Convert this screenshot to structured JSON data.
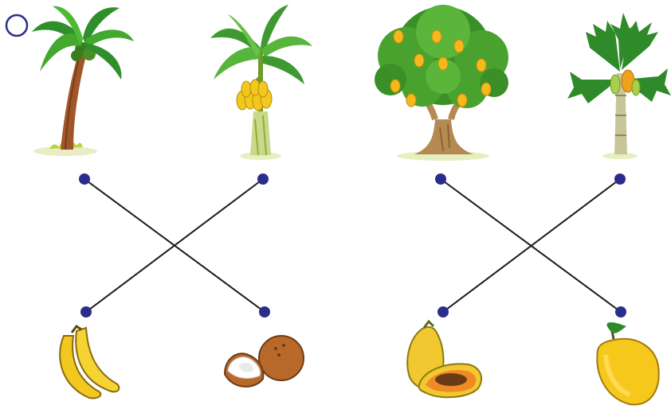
{
  "worksheet": {
    "type": "matching-exercise",
    "marker_icon": "circle-outline-icon",
    "line_color": "#1a1a1a",
    "dot_color": "#2b2d8c",
    "trees": [
      {
        "name": "coconut-tree",
        "icon": "coconut-tree-icon"
      },
      {
        "name": "banana-tree",
        "icon": "banana-tree-icon"
      },
      {
        "name": "mango-tree",
        "icon": "mango-tree-icon"
      },
      {
        "name": "papaya-tree",
        "icon": "papaya-tree-icon"
      }
    ],
    "fruits": [
      {
        "name": "bananas",
        "icon": "bananas-icon"
      },
      {
        "name": "coconuts",
        "icon": "coconuts-icon"
      },
      {
        "name": "papaya",
        "icon": "papaya-icon"
      },
      {
        "name": "mango",
        "icon": "mango-icon"
      }
    ],
    "matches": [
      {
        "tree": "coconut-tree",
        "fruit": "coconuts"
      },
      {
        "tree": "banana-tree",
        "fruit": "bananas"
      },
      {
        "tree": "mango-tree",
        "fruit": "mango"
      },
      {
        "tree": "papaya-tree",
        "fruit": "papaya"
      }
    ]
  }
}
